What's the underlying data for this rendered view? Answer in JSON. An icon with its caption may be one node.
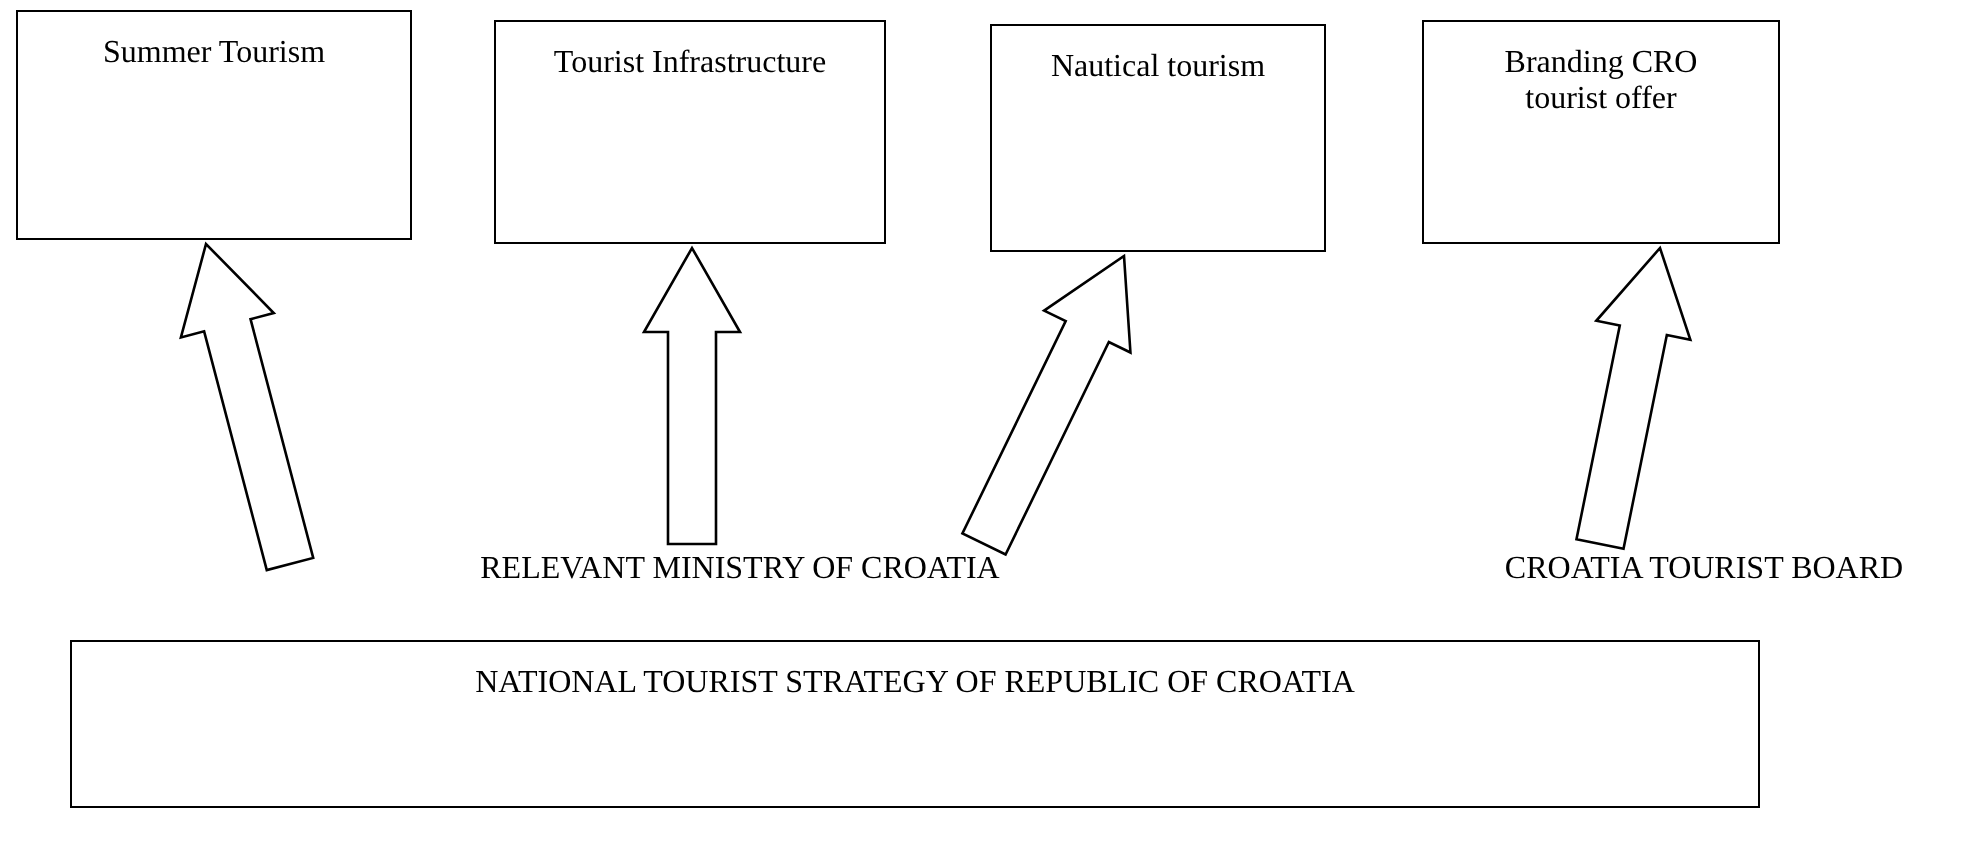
{
  "diagram": {
    "nodes": [
      {
        "text": [
          "Summer Tourism"
        ]
      },
      {
        "text": [
          "Tourist Infrastructure"
        ]
      },
      {
        "text": [
          "Nautical tourism"
        ]
      },
      {
        "text": [
          "Branding CRO tourist offer"
        ]
      },
      {
        "text": [
          "NATIONAL TOURIST STRATEGY OF REPUBLIC OF CROATIA"
        ]
      }
    ],
    "edges": [
      {
        "from": null,
        "to": 0,
        "arrow": "to"
      },
      {
        "from": null,
        "to": 1,
        "arrow": "to"
      },
      {
        "from": null,
        "to": 2,
        "arrow": "to"
      },
      {
        "from": null,
        "to": 3,
        "arrow": "to"
      }
    ],
    "labels": [
      "RELEVANT MINISTRY OF CROATIA",
      "CROATIA TOURIST BOARD"
    ]
  }
}
